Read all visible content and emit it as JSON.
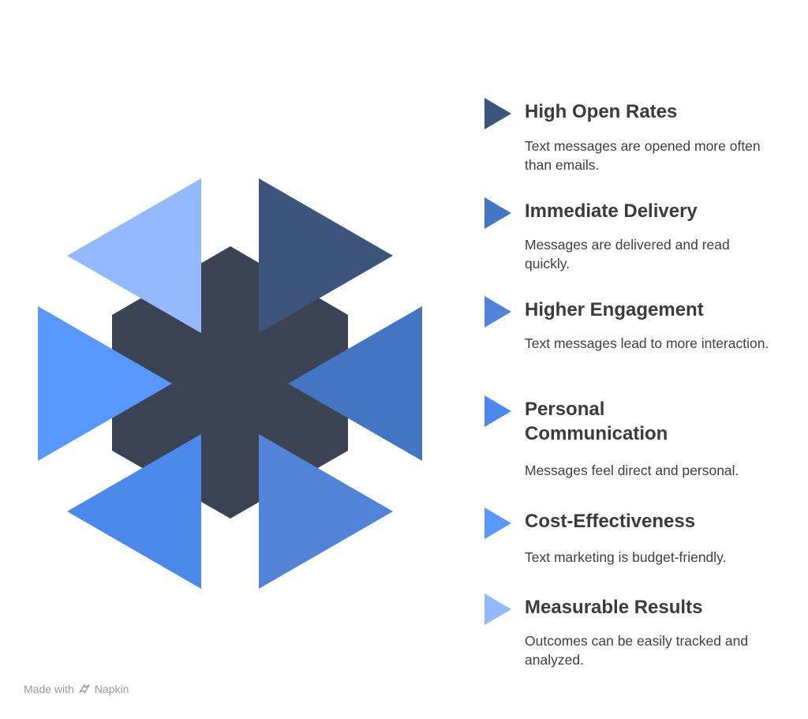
{
  "diagram": {
    "colors": {
      "hexagon": "#3b4353",
      "top_left": "#95b9ff",
      "top_right": "#3d557c",
      "mid_left": "#5897fd",
      "mid_right": "#4475c2",
      "bottom_left": "#4b89eb",
      "bottom_right": "#5283d9"
    }
  },
  "items": [
    {
      "title": "High Open Rates",
      "description": "Text messages are opened more often than emails.",
      "color": "#3d557c"
    },
    {
      "title": "Immediate Delivery",
      "description": "Messages are delivered and read quickly.",
      "color": "#4475c2"
    },
    {
      "title": "Higher Engagement",
      "description": "Text messages lead to more interaction.",
      "color": "#5283d9"
    },
    {
      "title": "Personal Communication",
      "description": "Messages feel direct and personal.",
      "color": "#4b89eb"
    },
    {
      "title": "Cost-Effectiveness",
      "description": "Text marketing is budget-friendly.",
      "color": "#5897fd"
    },
    {
      "title": "Measurable Results",
      "description": "Outcomes can be easily tracked and analyzed.",
      "color": "#95b9ff"
    }
  ],
  "footer": {
    "made_with": "Made with",
    "brand": "Napkin",
    "icon": "napkin-logo-icon"
  }
}
